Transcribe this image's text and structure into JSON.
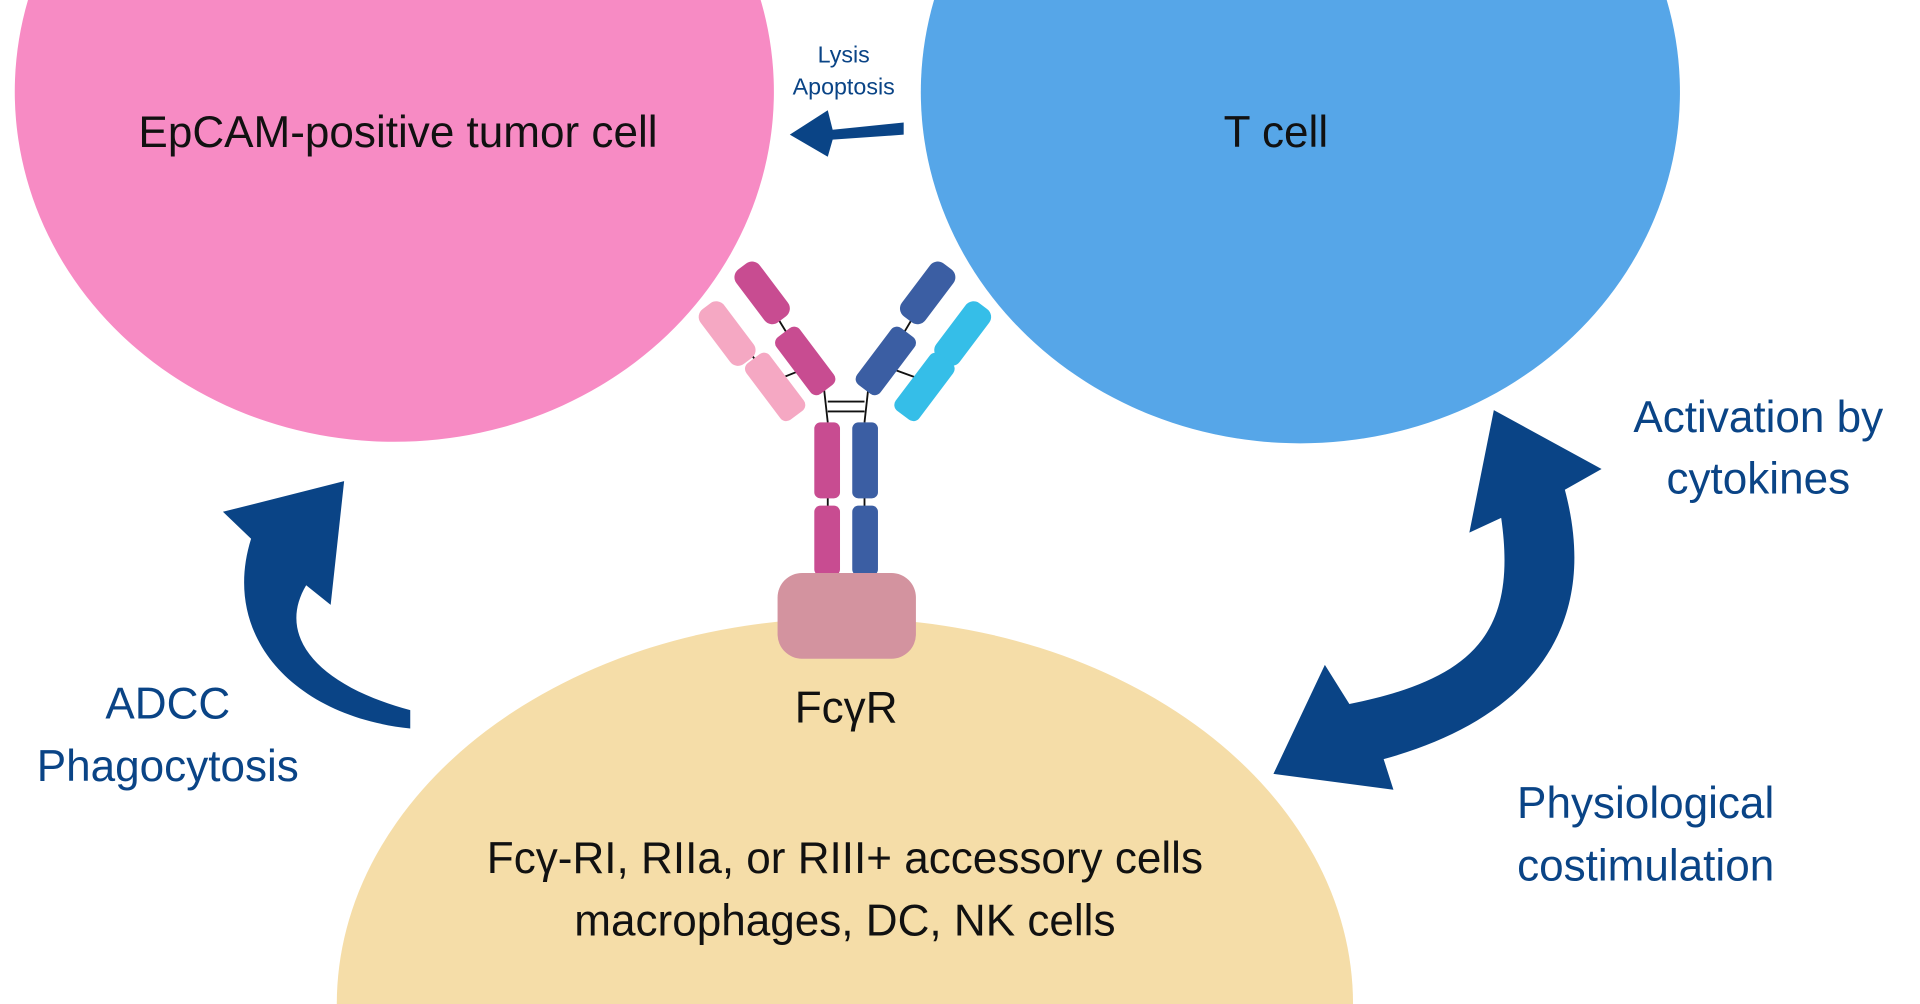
{
  "tumor_cell": {
    "label": "EpCAM-positive tumor cell",
    "color": "#F78BC4"
  },
  "t_cell": {
    "label": "T cell",
    "color": "#56A6E8"
  },
  "accessory_cell": {
    "line1": "Fcγ-RI, RIIa, or RIII+ accessory cells",
    "line2": "macrophages, DC, NK cells",
    "color": "#F5DDA8"
  },
  "receptor": {
    "label": "FcγR",
    "color": "#D3939F"
  },
  "arrows": {
    "lysis": {
      "line1": "Lysis",
      "line2": "Apoptosis"
    },
    "adcc": {
      "line1": "ADCC",
      "line2": "Phagocytosis"
    },
    "activation": {
      "line1": "Activation by",
      "line2": "cytokines"
    },
    "costim": {
      "line1": "Physiological",
      "line2": "costimulation"
    },
    "color": "#0A4486"
  },
  "antibody": {
    "heavy_left": "#C84C91",
    "light_left": "#F5A8C3",
    "heavy_right": "#3B5EA3",
    "light_right": "#35BEE8"
  }
}
